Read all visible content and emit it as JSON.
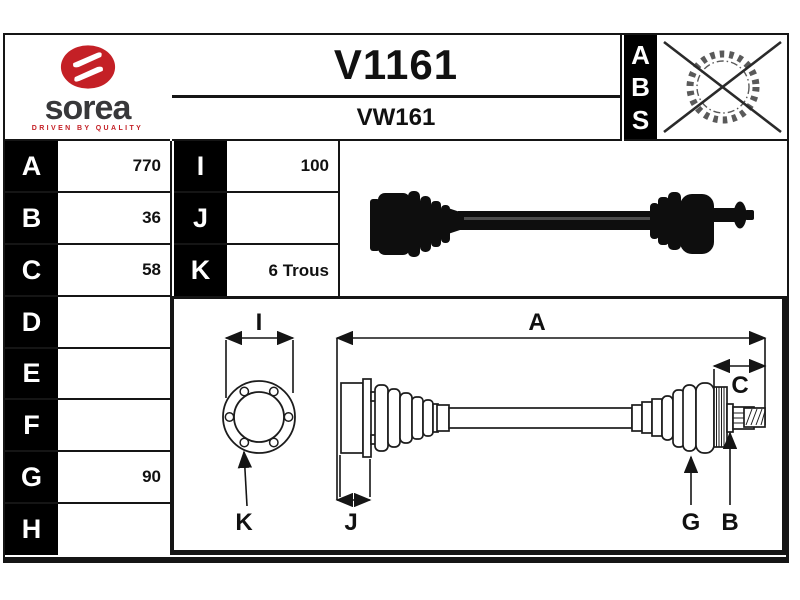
{
  "brand": {
    "name": "sorea",
    "tagline": "DRIVEN BY QUALITY",
    "red": "#c42026",
    "logo_icon": "sorea-s-oval-icon"
  },
  "header": {
    "part_number": "V1161",
    "reference": "VW161",
    "abs_letters": {
      "a": "A",
      "b": "B",
      "s": "S"
    },
    "abs_icon": "crossed-gear-icon"
  },
  "spec_table_left": {
    "rows": [
      {
        "label": "A",
        "value": "770"
      },
      {
        "label": "B",
        "value": "36"
      },
      {
        "label": "C",
        "value": "58"
      },
      {
        "label": "D",
        "value": ""
      },
      {
        "label": "E",
        "value": ""
      },
      {
        "label": "F",
        "value": ""
      },
      {
        "label": "G",
        "value": "90"
      },
      {
        "label": "H",
        "value": ""
      }
    ]
  },
  "spec_table_mid": {
    "rows": [
      {
        "label": "I",
        "value": "100"
      },
      {
        "label": "J",
        "value": ""
      },
      {
        "label": "K",
        "value": "6 Trous"
      }
    ]
  },
  "photo": {
    "icon": "driveshaft-photo"
  },
  "diagram": {
    "labels": {
      "i": "I",
      "a": "A",
      "c": "C",
      "k": "K",
      "j": "J",
      "g": "G",
      "b": "B"
    }
  }
}
